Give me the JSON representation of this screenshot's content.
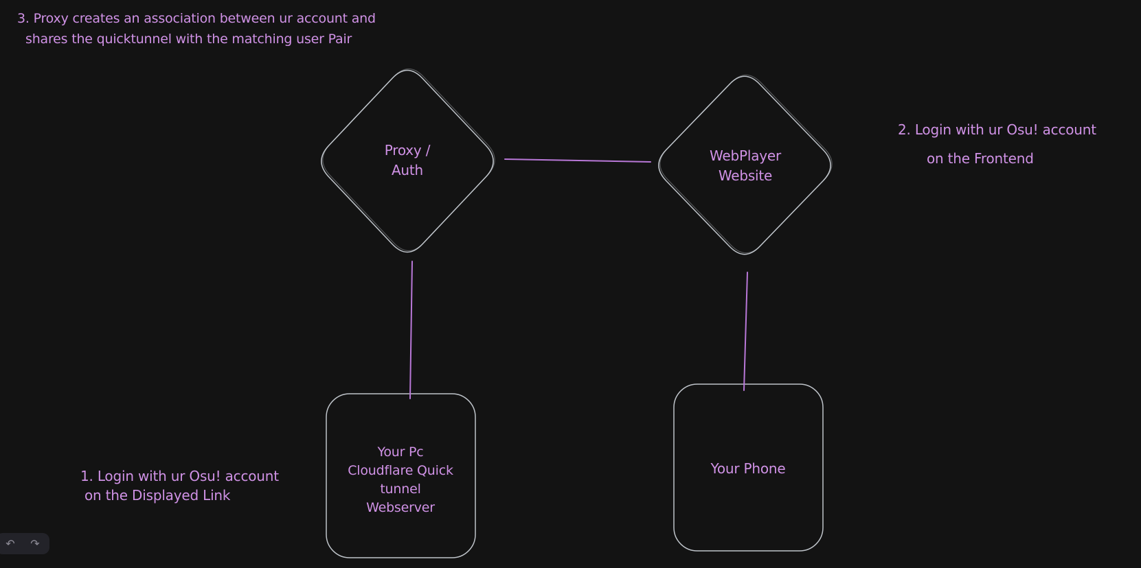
{
  "colors": {
    "background": "#131313",
    "diagram_text": "#d092e6",
    "connector_stroke": "#b978d8",
    "shape_stroke": "#ced4da",
    "panel_background": "#232329",
    "panel_icon": "#8f8d98"
  },
  "annotations": {
    "step1": {
      "line1": "1. Login with ur Osu! account",
      "line2": "on the Displayed Link"
    },
    "step2": {
      "line1": "2. Login with ur Osu! account",
      "line2": "on the Frontend"
    },
    "step3": {
      "line1": "3. Proxy creates an association between ur account and",
      "line2": "shares the quicktunnel with the matching user Pair"
    }
  },
  "nodes": {
    "proxy_auth": {
      "line1": "Proxy /",
      "line2": "Auth"
    },
    "webplayer": {
      "line1": "WebPlayer",
      "line2": "Website"
    },
    "your_pc": {
      "line1": "Your Pc",
      "line2": "Cloudflare Quick",
      "line3": "tunnel",
      "line4": "Webserver"
    },
    "your_phone": {
      "line1": "Your Phone"
    }
  },
  "history_controls": {
    "undo_icon": "↶",
    "redo_icon": "↷"
  }
}
